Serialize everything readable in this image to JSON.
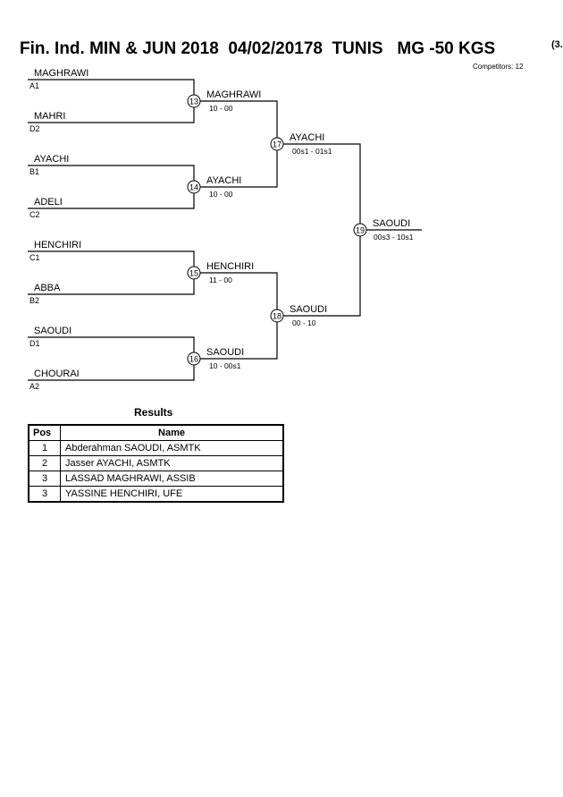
{
  "header": {
    "title": "Fin. Ind. MIN & JUN 2018  04/02/20178  TUNIS   MG -50 KGS",
    "title_suffix": "(3.",
    "competitors": "Competitors: 12"
  },
  "bracket": {
    "round1": [
      {
        "name": "MAGHRAWI",
        "seed": "A1"
      },
      {
        "name": "MAHRI",
        "seed": "D2"
      },
      {
        "name": "AYACHI",
        "seed": "B1"
      },
      {
        "name": "ADELI",
        "seed": "C2"
      },
      {
        "name": "HENCHIRI",
        "seed": "C1"
      },
      {
        "name": "ABBA",
        "seed": "B2"
      },
      {
        "name": "SAOUDI",
        "seed": "D1"
      },
      {
        "name": "CHOURAI",
        "seed": "A2"
      }
    ],
    "round2": [
      {
        "match": "13",
        "winner": "MAGHRAWI",
        "score": "10 - 00"
      },
      {
        "match": "14",
        "winner": "AYACHI",
        "score": "10 - 00"
      },
      {
        "match": "15",
        "winner": "HENCHIRI",
        "score": "11 - 00"
      },
      {
        "match": "16",
        "winner": "SAOUDI",
        "score": "10 - 00s1"
      }
    ],
    "round3": [
      {
        "match": "17",
        "winner": "AYACHI",
        "score": "00s1 - 01s1"
      },
      {
        "match": "18",
        "winner": "SAOUDI",
        "score": "00 - 10"
      }
    ],
    "final": {
      "match": "19",
      "winner": "SAOUDI",
      "score": "00s3 - 10s1"
    }
  },
  "results": {
    "title": "Results",
    "headers": {
      "pos": "Pos",
      "name": "Name"
    },
    "rows": [
      {
        "pos": "1",
        "name": "Abderahman SAOUDI, ASMTK"
      },
      {
        "pos": "2",
        "name": "Jasser AYACHI, ASMTK"
      },
      {
        "pos": "3",
        "name": "LASSAD MAGHRAWI, ASSIB"
      },
      {
        "pos": "3",
        "name": "YASSINE HENCHIRI, UFE"
      }
    ]
  }
}
